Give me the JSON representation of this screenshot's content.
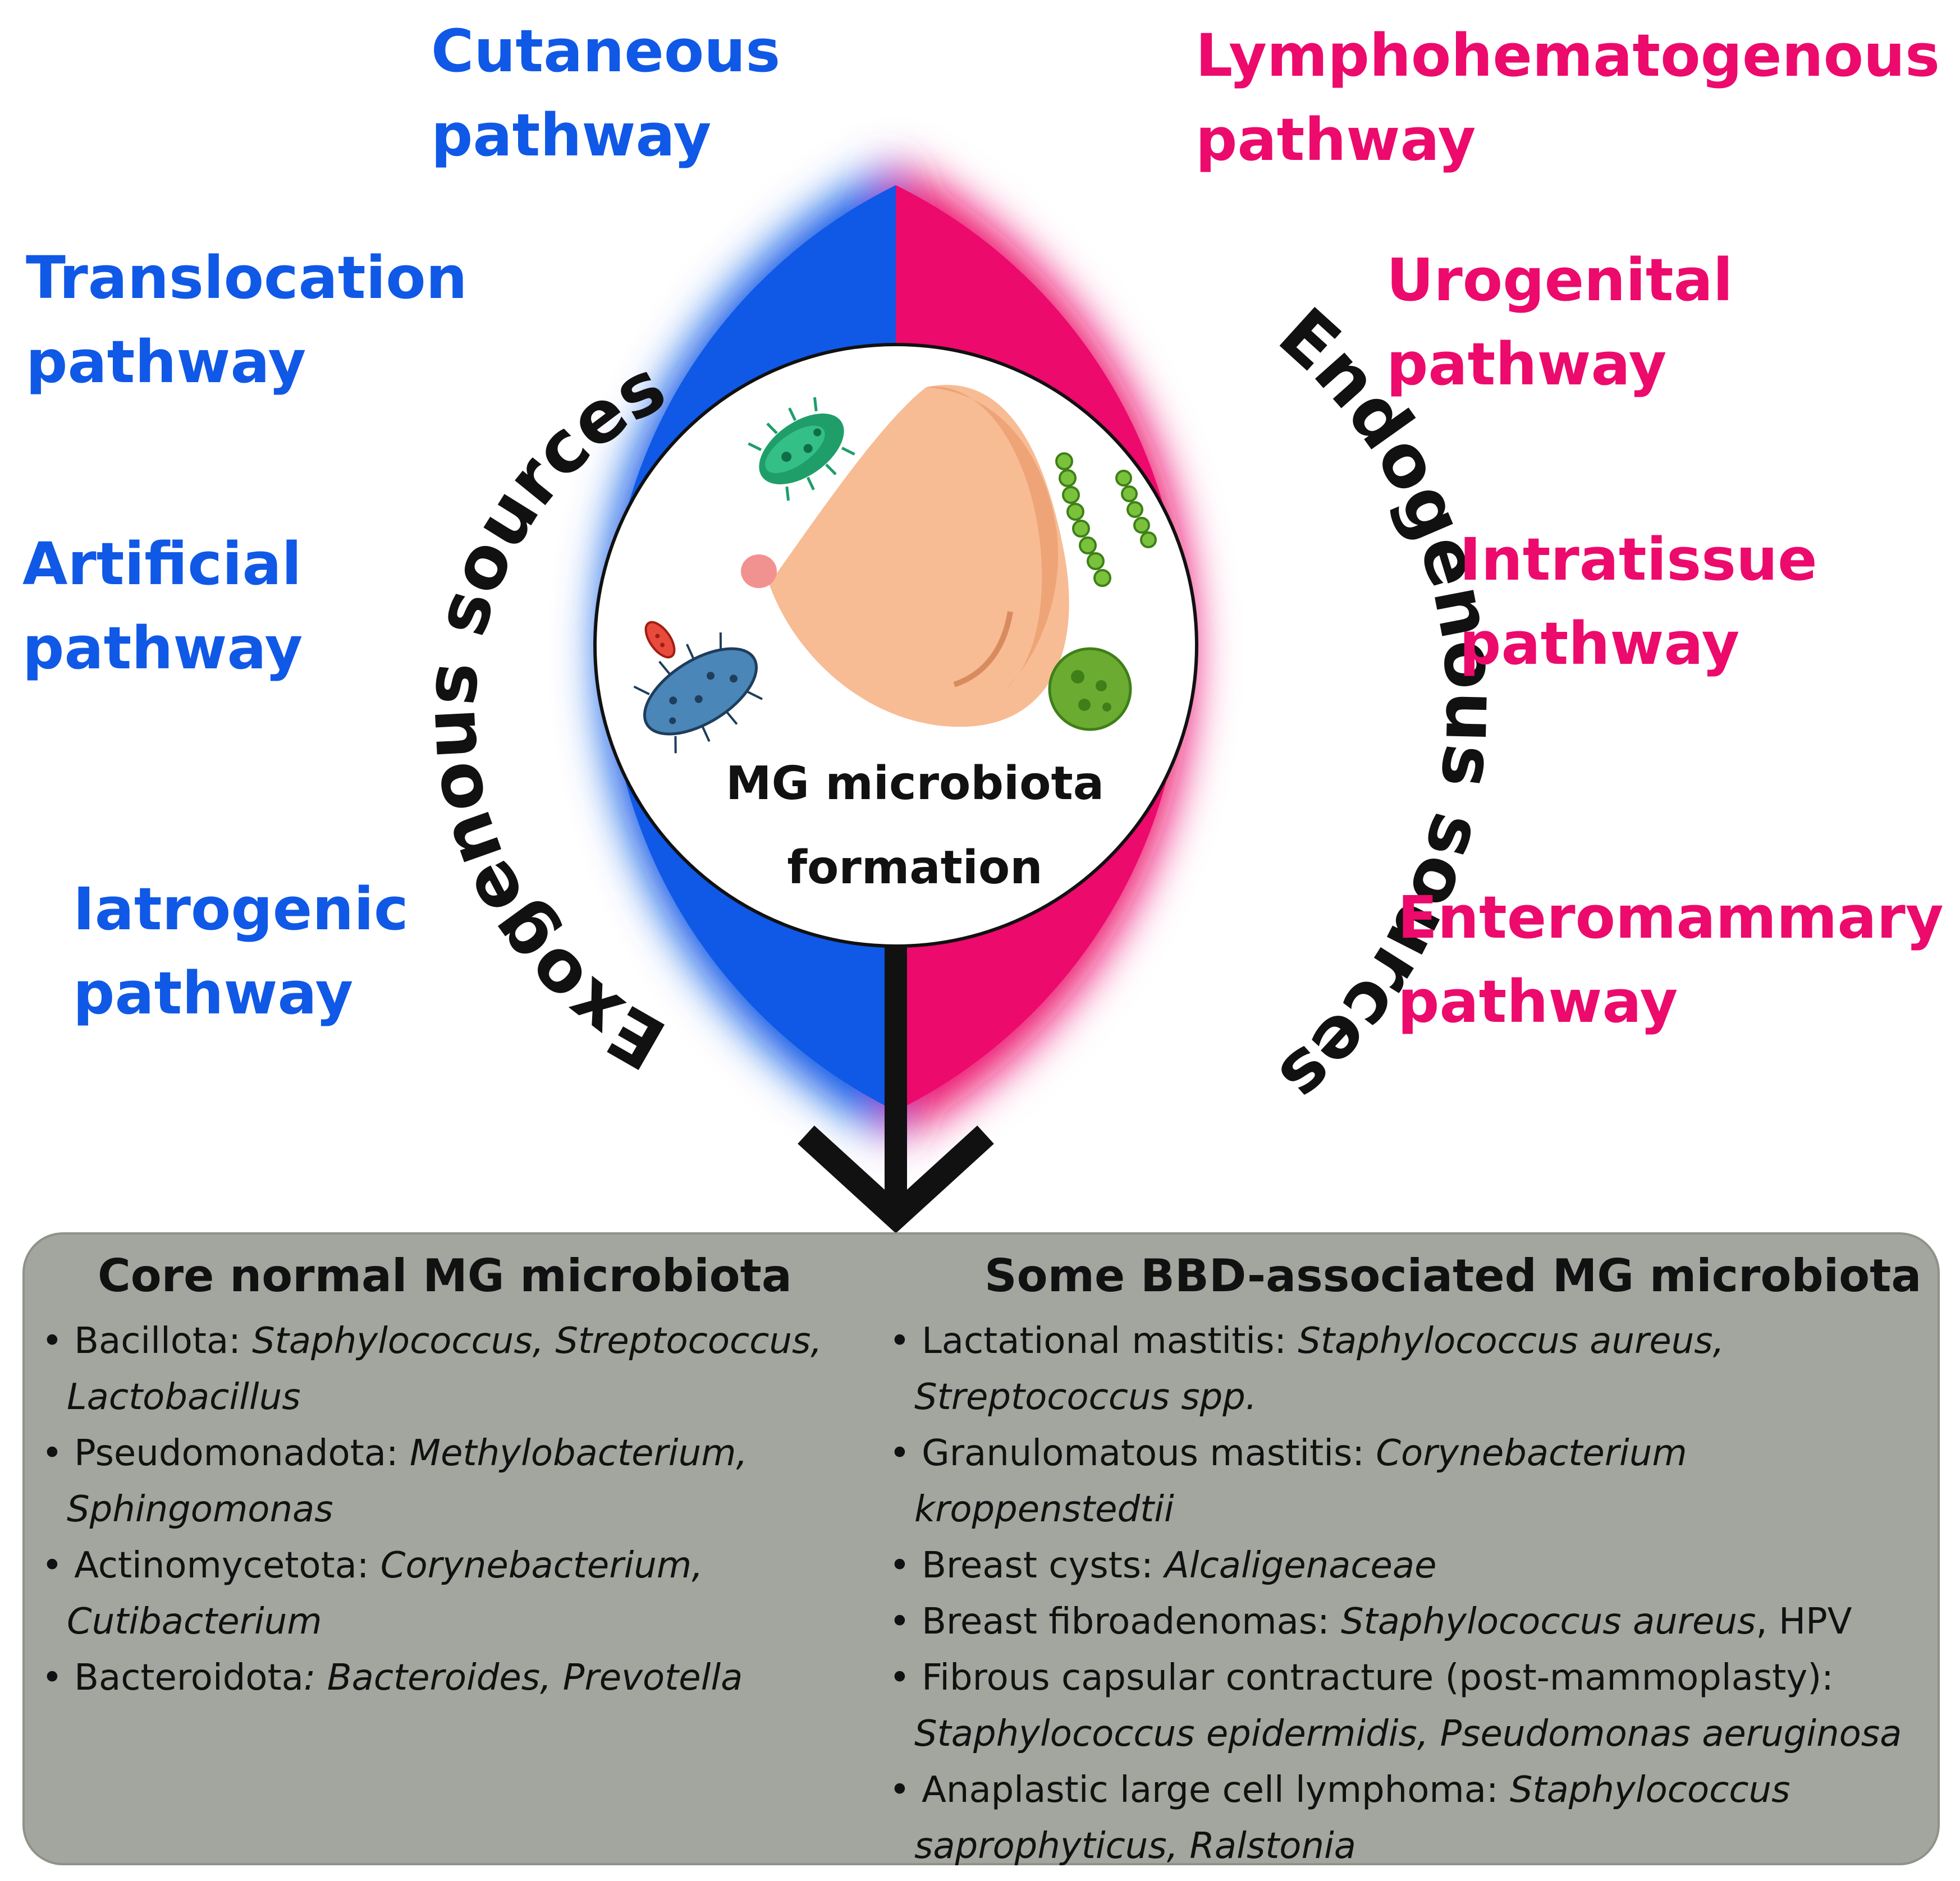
{
  "colors": {
    "exogenous": "#1058e6",
    "endogenous": "#ec0a6c",
    "panel": "#a2a69e",
    "arrow": "#111111"
  },
  "ring": {
    "left_label": "Exogenous sources",
    "right_label": "Endogenous sources"
  },
  "center": {
    "line1": "MG microbiota",
    "line2": "formation",
    "icons": [
      "breast-icon",
      "bacillus-icon",
      "chain-bacteria-icon",
      "rod-bacterium-icon",
      "coccus-icon"
    ]
  },
  "exogenous_pathways": [
    {
      "line1": "Cutaneous",
      "line2": "pathway"
    },
    {
      "line1": "Translocation",
      "line2": "pathway"
    },
    {
      "line1": "Artificial",
      "line2": "pathway"
    },
    {
      "line1": "Iatrogenic",
      "line2": "pathway"
    }
  ],
  "endogenous_pathways": [
    {
      "line1": "Lymphohematogenous",
      "line2": "pathway"
    },
    {
      "line1": "Urogenital",
      "line2": "pathway"
    },
    {
      "line1": "Intratissue",
      "line2": "pathway"
    },
    {
      "line1": "Enteromammary",
      "line2": "pathway"
    }
  ],
  "panel": {
    "left": {
      "title": "Core normal MG microbiota",
      "items": [
        {
          "phylum": "Bacillota:",
          "genera_1": "Staphylococcus, Streptococcus,",
          "genera_2": "Lactobacillus"
        },
        {
          "phylum": "Pseudomonadota:",
          "genera_1": "Methylobacterium,",
          "genera_2": "Sphingomonas"
        },
        {
          "phylum": "Actinomycetota:",
          "genera_1": "Corynebacterium,",
          "genera_2": "Cutibacterium"
        },
        {
          "phylum": "Bacteroidota",
          "genera_1": ": Bacteroides, Prevotella"
        }
      ]
    },
    "right": {
      "title": "Some BBD-associated MG microbiota",
      "items": [
        {
          "condition": "Lactational mastitis:",
          "taxa_1": "Staphylococcus aureus,",
          "taxa_2": "Streptococcus spp."
        },
        {
          "condition": "Granulomatous mastitis:",
          "taxa_1": "Corynebacterium",
          "taxa_2": "kroppenstedtii"
        },
        {
          "condition": "Breast cysts:",
          "taxa_1": "Alcaligenaceae"
        },
        {
          "condition": "Breast fibroadenomas:",
          "taxa_1": "Staphylococcus aureus",
          "suffix": ", HPV"
        },
        {
          "condition": "Fibrous capsular contracture (post-mammoplasty):",
          "taxa_2": "Staphylococcus epidermidis, Pseudomonas aeruginosa"
        },
        {
          "condition": "Anaplastic large cell lymphoma:",
          "taxa_1": "Staphylococcus",
          "taxa_2": "saprophyticus, Ralstonia"
        }
      ]
    }
  }
}
